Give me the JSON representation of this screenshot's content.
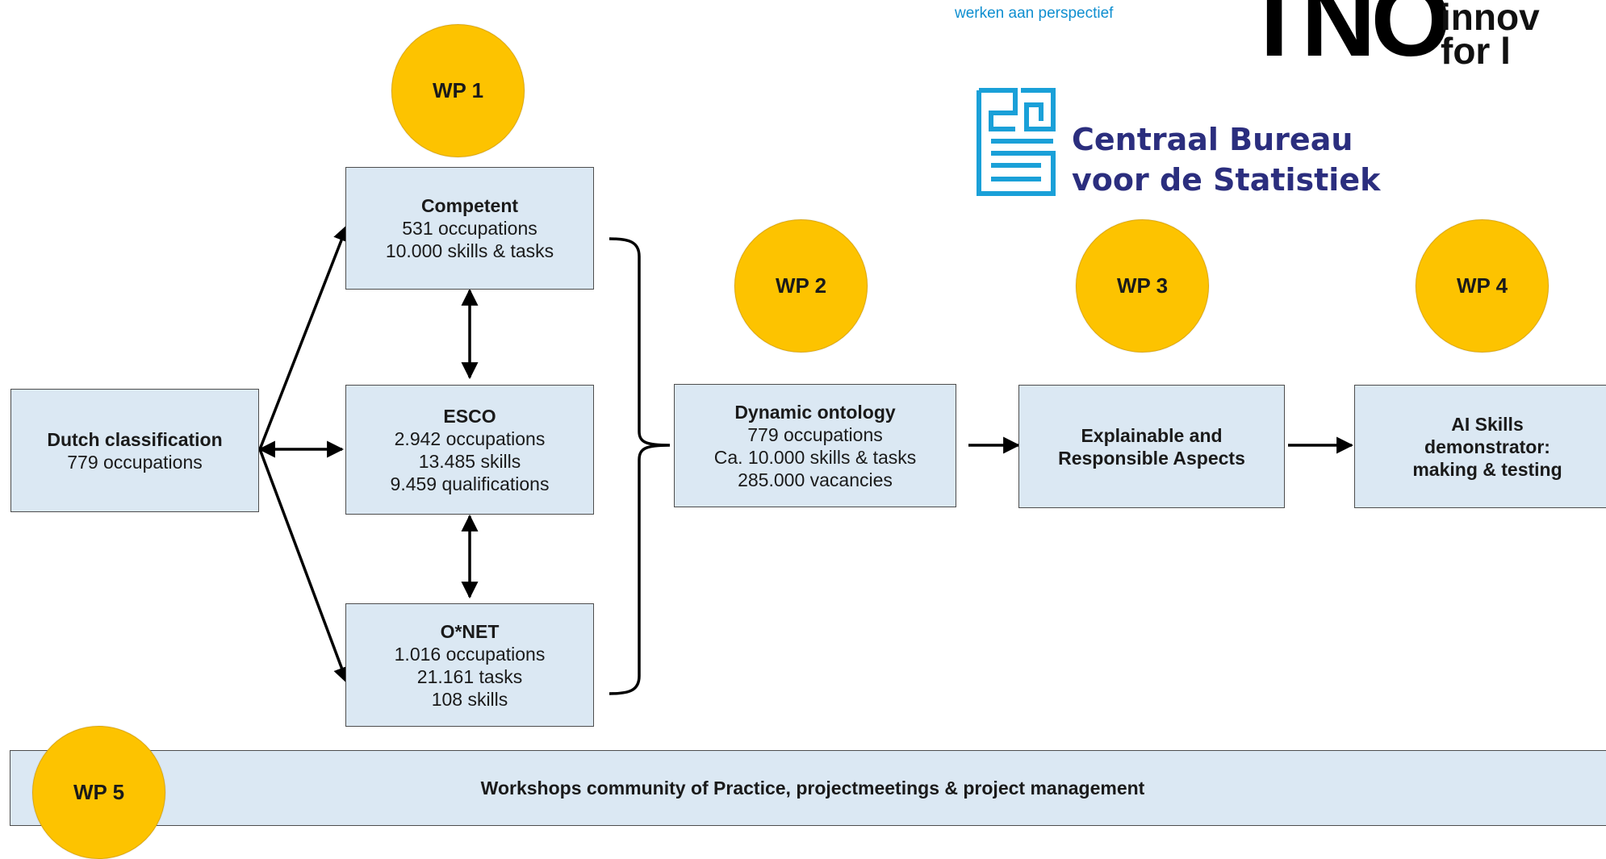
{
  "logos": {
    "tagline": "werken aan perspectief",
    "tno_letters": "TNO",
    "tno_text": "innov\nfor l",
    "cbs_line1": "Centraal Bureau",
    "cbs_line2": "voor de Statistiek",
    "colors": {
      "tagline": "#0f8fd0",
      "cbs": "#2b2e7e",
      "cbs_mark": "#1aa0d8"
    }
  },
  "work_packages": {
    "wp1": "WP 1",
    "wp2": "WP 2",
    "wp3": "WP 3",
    "wp4": "WP 4",
    "wp5": "WP 5"
  },
  "boxes": {
    "dutch": {
      "title": "Dutch classification",
      "lines": [
        "779 occupations"
      ]
    },
    "competent": {
      "title": "Competent",
      "lines": [
        "531 occupations",
        "10.000 skills & tasks"
      ]
    },
    "esco": {
      "title": "ESCO",
      "lines": [
        "2.942 occupations",
        "13.485 skills",
        "9.459 qualifications"
      ]
    },
    "onet": {
      "title": "O*NET",
      "lines": [
        "1.016 occupations",
        "21.161 tasks",
        "108 skills"
      ]
    },
    "dynamic": {
      "title": "Dynamic ontology",
      "lines": [
        "779 occupations",
        "Ca. 10.000 skills & tasks",
        "285.000 vacancies"
      ]
    },
    "explainable": {
      "lines": [
        "Explainable and",
        "Responsible Aspects"
      ]
    },
    "ai": {
      "lines": [
        "AI Skills",
        "demonstrator:",
        "making & testing"
      ]
    },
    "workshops": "Workshops community of Practice, projectmeetings & project management"
  },
  "colors": {
    "box_fill": "#dbe8f3",
    "box_border": "#4d4d4d",
    "wp_fill": "#fdc300"
  }
}
